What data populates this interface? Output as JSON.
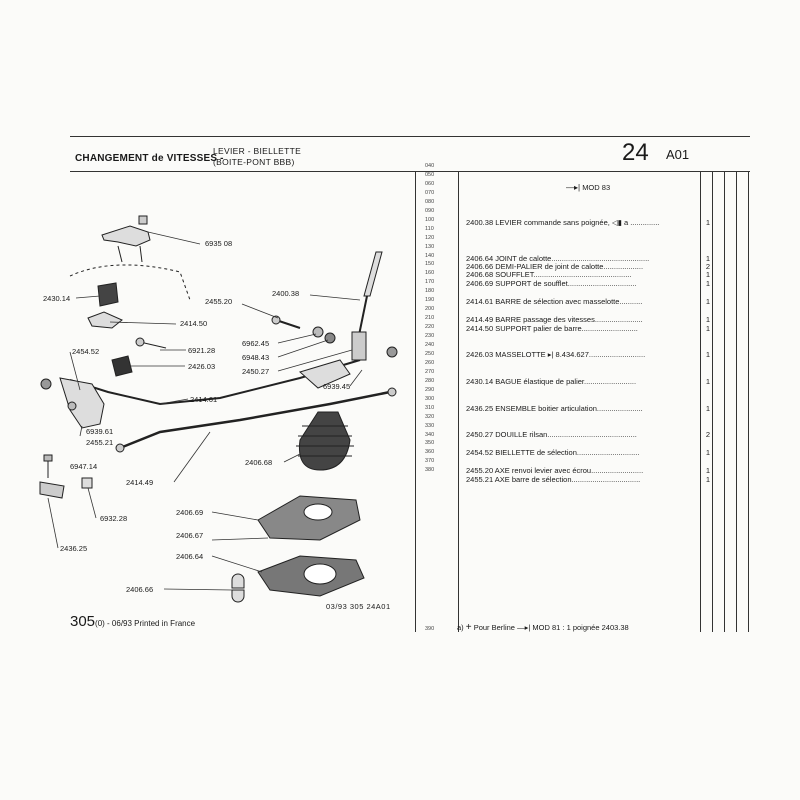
{
  "header": {
    "title": "CHANGEMENT de VITESSES -",
    "subtitle_line1": "LEVIER - BIELLETTE",
    "subtitle_line2": "(BOITE-PONT BBB)",
    "page_number": "24",
    "page_code": "A01"
  },
  "table_header": "MOD 83",
  "line_numbers": [
    "040",
    "050",
    "060",
    "070",
    "080",
    "090",
    "100",
    "110",
    "120",
    "130",
    "140",
    "150",
    "160",
    "170",
    "180",
    "190",
    "200",
    "210",
    "220",
    "230",
    "240",
    "250",
    "260",
    "270",
    "280",
    "290",
    "300",
    "310",
    "320",
    "330",
    "340",
    "350",
    "360",
    "370",
    "380"
  ],
  "line_number_footer": "390",
  "rows": [
    {
      "text": "2400.38 LEVIER commande sans poignée,",
      "extra": "a ..............",
      "qty": "1"
    },
    {
      "text": "2406.64 JOINT de calotte...............................................",
      "qty": "1"
    },
    {
      "text": "2406.66 DEMI-PALIER de joint de calotte...................",
      "qty": "2"
    },
    {
      "text": "2406.68 SOUFFLET...............................................",
      "qty": "1"
    },
    {
      "text": "2406.69 SUPPORT de soufflet.................................",
      "qty": "1"
    },
    {
      "text": "2414.61 BARRE de sélection avec masselotte...........",
      "qty": "1"
    },
    {
      "text": "2414.49 BARRE passage des vitesses.......................",
      "qty": "1"
    },
    {
      "text": "2414.50 SUPPORT palier de barre...........................",
      "qty": "1"
    },
    {
      "text": "2426.03 MASSELOTTE",
      "extra": "8.434.627...........................",
      "qty": "1"
    },
    {
      "text": "2430.14 BAGUE élastique de palier.........................",
      "qty": "1"
    },
    {
      "text": "2436.25 ENSEMBLE boitier articulation......................",
      "qty": "1"
    },
    {
      "text": "2450.27 DOUILLE rilsan...........................................",
      "qty": "2"
    },
    {
      "text": "2454.52 BIELLETTE de sélection..............................",
      "qty": "1"
    },
    {
      "text": "2455.20 AXE renvoi levier avec écrou.........................",
      "qty": "1"
    },
    {
      "text": "2455.21 AXE barre de sélection.................................",
      "qty": "1"
    }
  ],
  "diagram_labels": {
    "l1": "6935 08",
    "l2": "2430.14",
    "l3": "2414.50",
    "l4": "2455.20",
    "l5": "2400.38",
    "l6": "6921.28",
    "l7": "2426.03",
    "l8": "6962.45",
    "l9": "6948.43",
    "l10": "2450.27",
    "l11": "6939.45",
    "l12": "2454.52",
    "l13": "2414.61",
    "l14": "6939.61",
    "l15": "2455.21",
    "l16": "6947.14",
    "l17": "2406.68",
    "l18": "2414.49",
    "l19": "6932.28",
    "l20": "2406.69",
    "l21": "2406.67",
    "l22": "2436.25",
    "l23": "2406.64",
    "l24": "2406.66"
  },
  "footer": {
    "page_big": "305",
    "page_small": "(0) - 06/93 Printed in France",
    "reference": "03/93  305  24A01",
    "note_prefix": "a)",
    "note_text": "Pour Berline",
    "note_mod": "MOD 81 : 1 poignée 2403.38"
  }
}
